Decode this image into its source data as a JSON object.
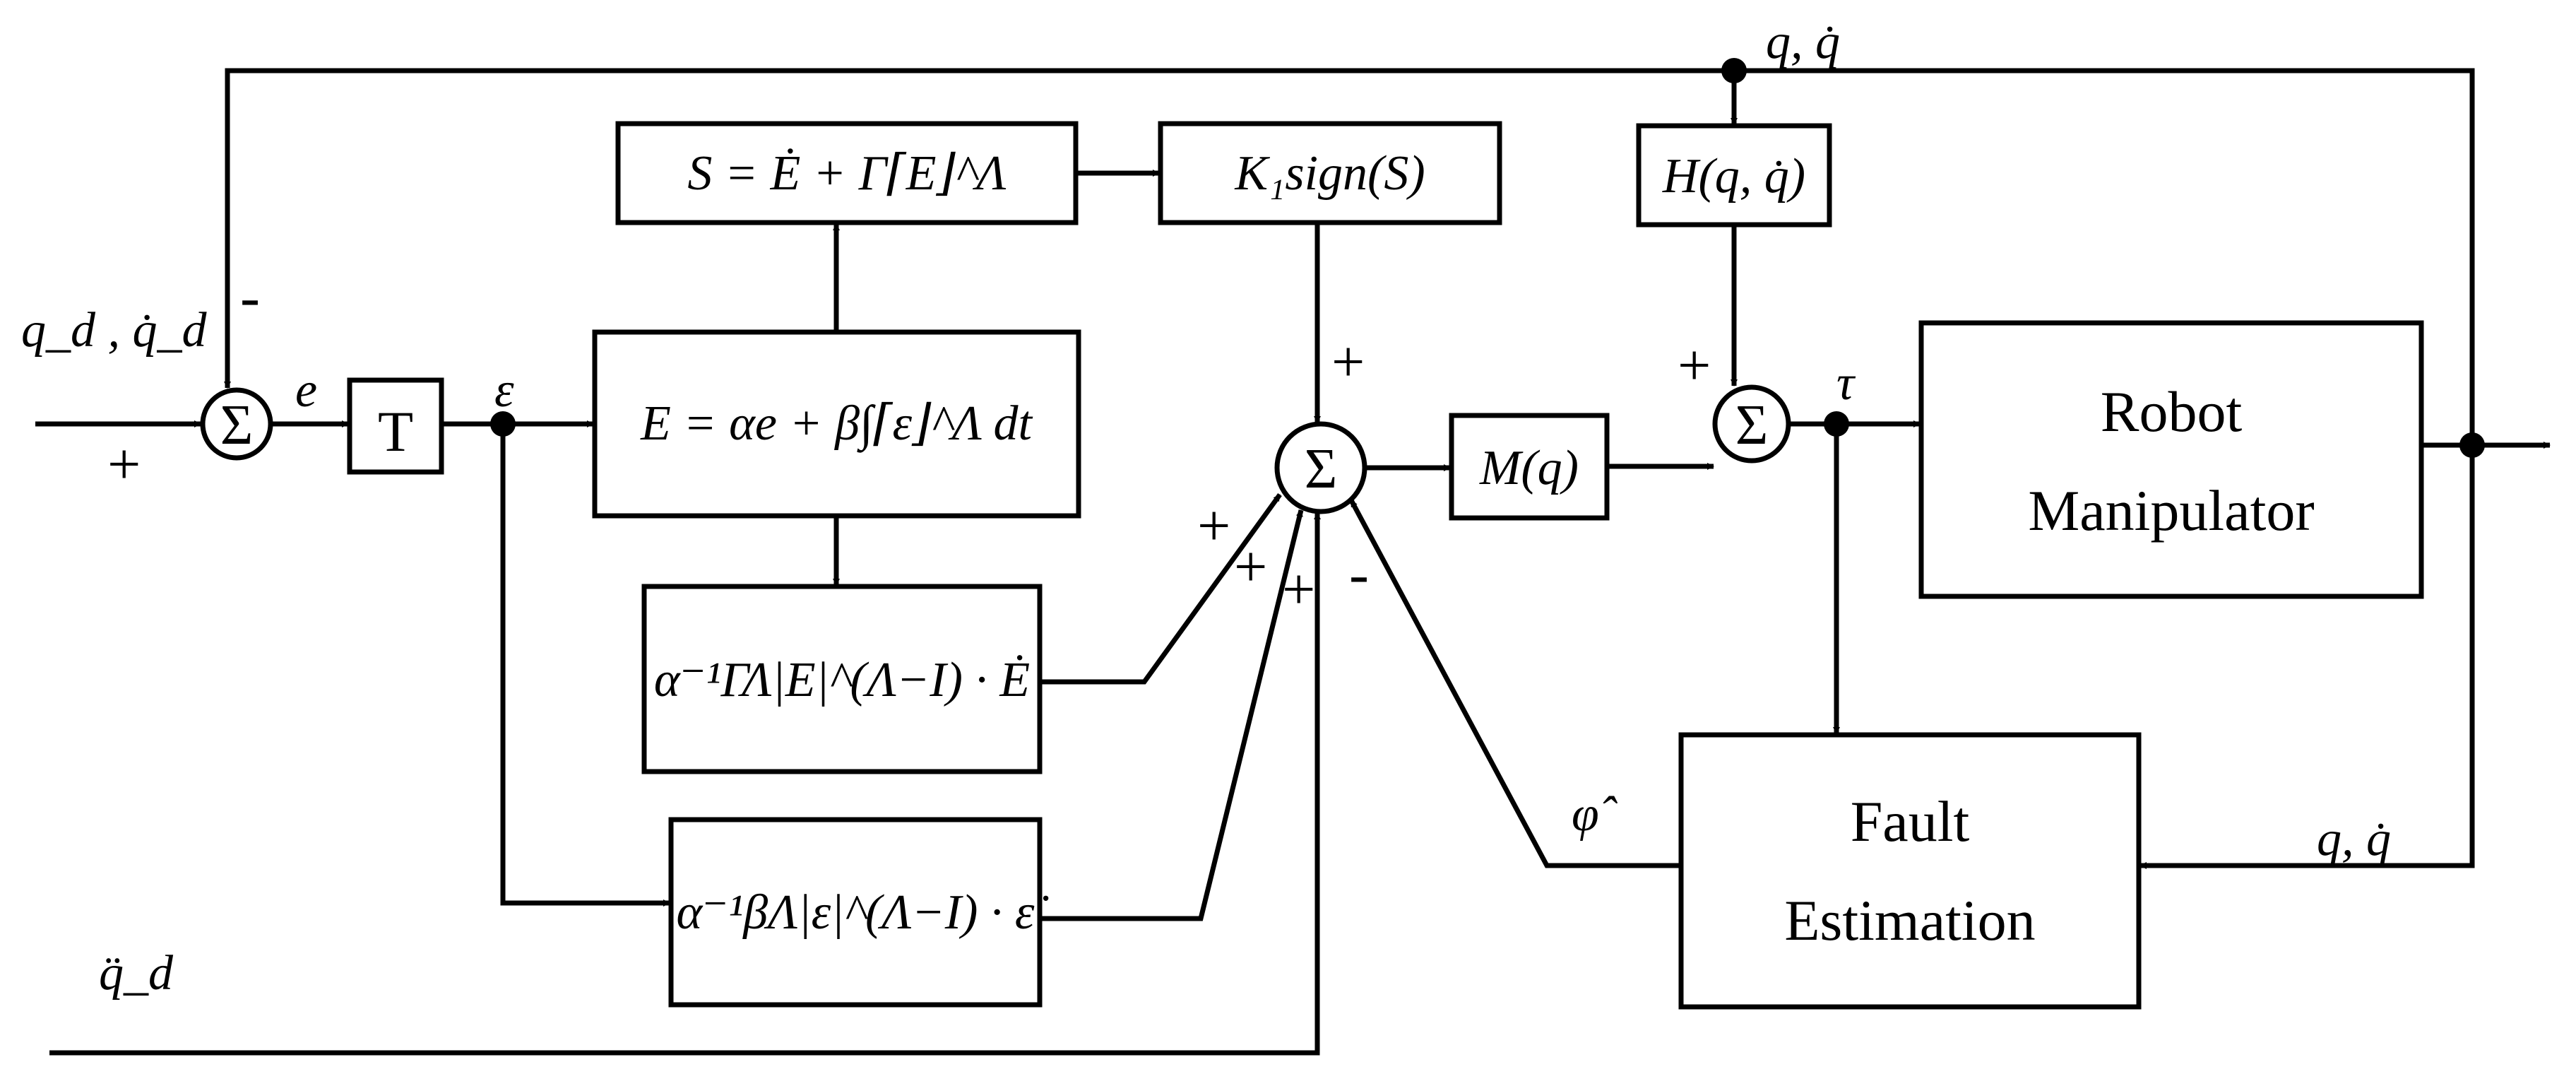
{
  "blocks": {
    "sliding_surface": "S = Ė + Γ⌈E⌋^Λ",
    "sign_term": "K₁sign(S)",
    "error_integral": "E = αe + β∫⌈ε⌋^Λ dt",
    "term_E": "α⁻¹ΓΛ|E|^(Λ−I) · Ė",
    "term_eps": "α⁻¹βΛ|ε|^(Λ−I) · ε̇",
    "inertia": "M(q)",
    "coriolis": "H(q, q̇)",
    "plant": [
      "Robot",
      "Manipulator"
    ],
    "observer": [
      "Fault",
      "Estimation"
    ],
    "transform": "T"
  },
  "signals": {
    "reference": "q_d , q̇_d",
    "reference_accel": "q̈_d",
    "error": "e",
    "transformed_error": "ε",
    "torque": "τ",
    "state_top": "q, q̇",
    "state_right": "q, q̇",
    "fault_estimate": "φ̂"
  },
  "summing_symbol": "Σ",
  "signs": {
    "ref_plus": "+",
    "feedback_minus": "-",
    "sign_plus": "+",
    "termE_plus": "+",
    "termEps_plus": "+",
    "accel_plus": "+",
    "fault_minus": "-",
    "coriolis_plus": "+"
  }
}
